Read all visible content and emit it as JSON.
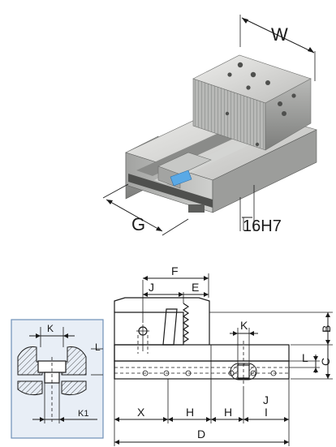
{
  "product_image": {
    "labels": {
      "w": "W",
      "g": "G",
      "slot": "16H7"
    }
  },
  "detail_view": {
    "labels": {
      "k": "K",
      "k1": "K1",
      "l": "L"
    }
  },
  "drawing": {
    "labels": {
      "f": "F",
      "j_top": "J",
      "e": "E",
      "k": "K",
      "b": "B",
      "c": "C",
      "l": "L",
      "j_bottom": "J",
      "x": "X",
      "h1": "H",
      "h2": "H",
      "i": "I",
      "d": "D"
    }
  },
  "colors": {
    "detail_panel_bg": "#e8eef6",
    "detail_panel_border": "#6d8fb8",
    "steel_light": "#d8d8d6",
    "steel_mid": "#a9aaa8",
    "steel_dark": "#6f706e",
    "blue_tag": "#5aa9e6"
  }
}
